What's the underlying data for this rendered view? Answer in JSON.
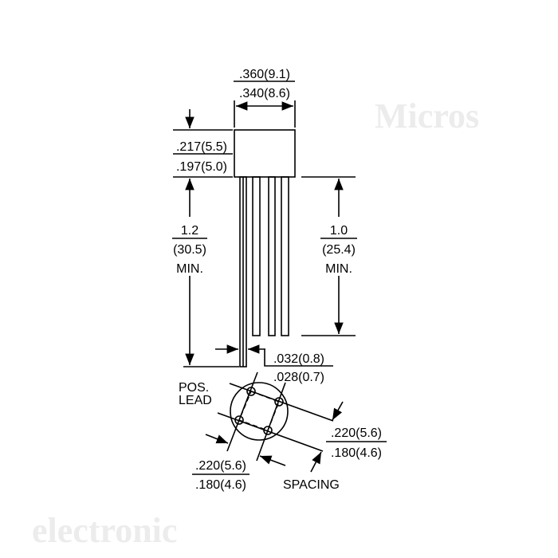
{
  "watermark": {
    "line1": "Micros",
    "line2": "electronic"
  },
  "dimensions": {
    "width_max": ".360(9.1)",
    "width_min": ".340(8.6)",
    "height_max": ".217(5.5)",
    "height_min": ".197(5.0)",
    "lead_len_left": {
      "l1": "1.2",
      "l2": "(30.5)",
      "l3": "MIN."
    },
    "lead_len_right": {
      "l1": "1.0",
      "l2": "(25.4)",
      "l3": "MIN."
    },
    "lead_w_max": ".032(0.8)",
    "lead_w_min": ".028(0.7)",
    "spacing_r_max": ".220(5.6)",
    "spacing_r_min": ".180(4.6)",
    "spacing_l_max": ".220(5.6)",
    "spacing_l_min": ".180(4.6)"
  },
  "labels": {
    "pos1": "POS.",
    "pos2": "LEAD",
    "spacing": "SPACING"
  }
}
